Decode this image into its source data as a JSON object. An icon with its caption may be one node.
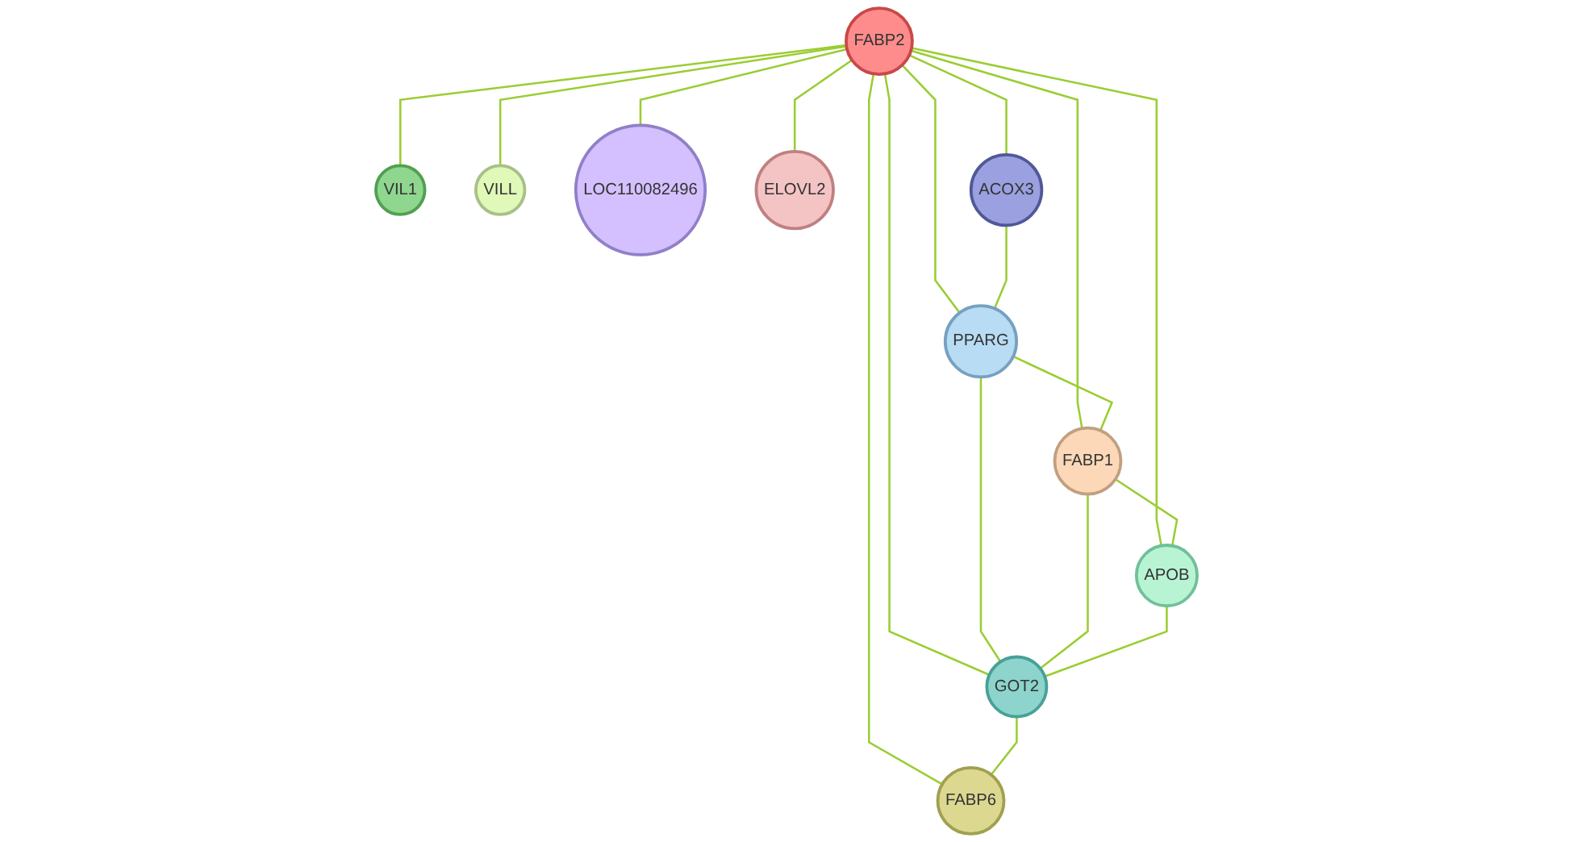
{
  "diagram": {
    "nodes": [
      {
        "text": [
          "FABP2"
        ]
      },
      {
        "text": [
          "VIL1"
        ]
      },
      {
        "text": [
          "VILL"
        ]
      },
      {
        "text": [
          "LOC110082496"
        ]
      },
      {
        "text": [
          "ELOVL2"
        ]
      },
      {
        "text": [
          "ACOX3"
        ]
      },
      {
        "text": [
          "PPARG"
        ]
      },
      {
        "text": [
          "FABP1"
        ]
      },
      {
        "text": [
          "APOB"
        ]
      },
      {
        "text": [
          "GOT2"
        ]
      },
      {
        "text": [
          "FABP6"
        ]
      }
    ],
    "edges": [
      {
        "from": 0,
        "to": 1,
        "arrow": "none"
      },
      {
        "from": 0,
        "to": 2,
        "arrow": "none"
      },
      {
        "from": 0,
        "to": 3,
        "arrow": "none"
      },
      {
        "from": 0,
        "to": 4,
        "arrow": "none"
      },
      {
        "from": 0,
        "to": 5,
        "arrow": "none"
      },
      {
        "from": 0,
        "to": 6,
        "arrow": "none"
      },
      {
        "from": 0,
        "to": 7,
        "arrow": "none"
      },
      {
        "from": 0,
        "to": 8,
        "arrow": "none"
      },
      {
        "from": 0,
        "to": 9,
        "arrow": "none"
      },
      {
        "from": 0,
        "to": 10,
        "arrow": "none"
      },
      {
        "from": 5,
        "to": 6,
        "arrow": "none"
      },
      {
        "from": 6,
        "to": 7,
        "arrow": "none"
      },
      {
        "from": 6,
        "to": 9,
        "arrow": "none"
      },
      {
        "from": 7,
        "to": 8,
        "arrow": "none"
      },
      {
        "from": 7,
        "to": 9,
        "arrow": "none"
      },
      {
        "from": 8,
        "to": 9,
        "arrow": "none"
      },
      {
        "from": 9,
        "to": 10,
        "arrow": "none"
      }
    ]
  }
}
